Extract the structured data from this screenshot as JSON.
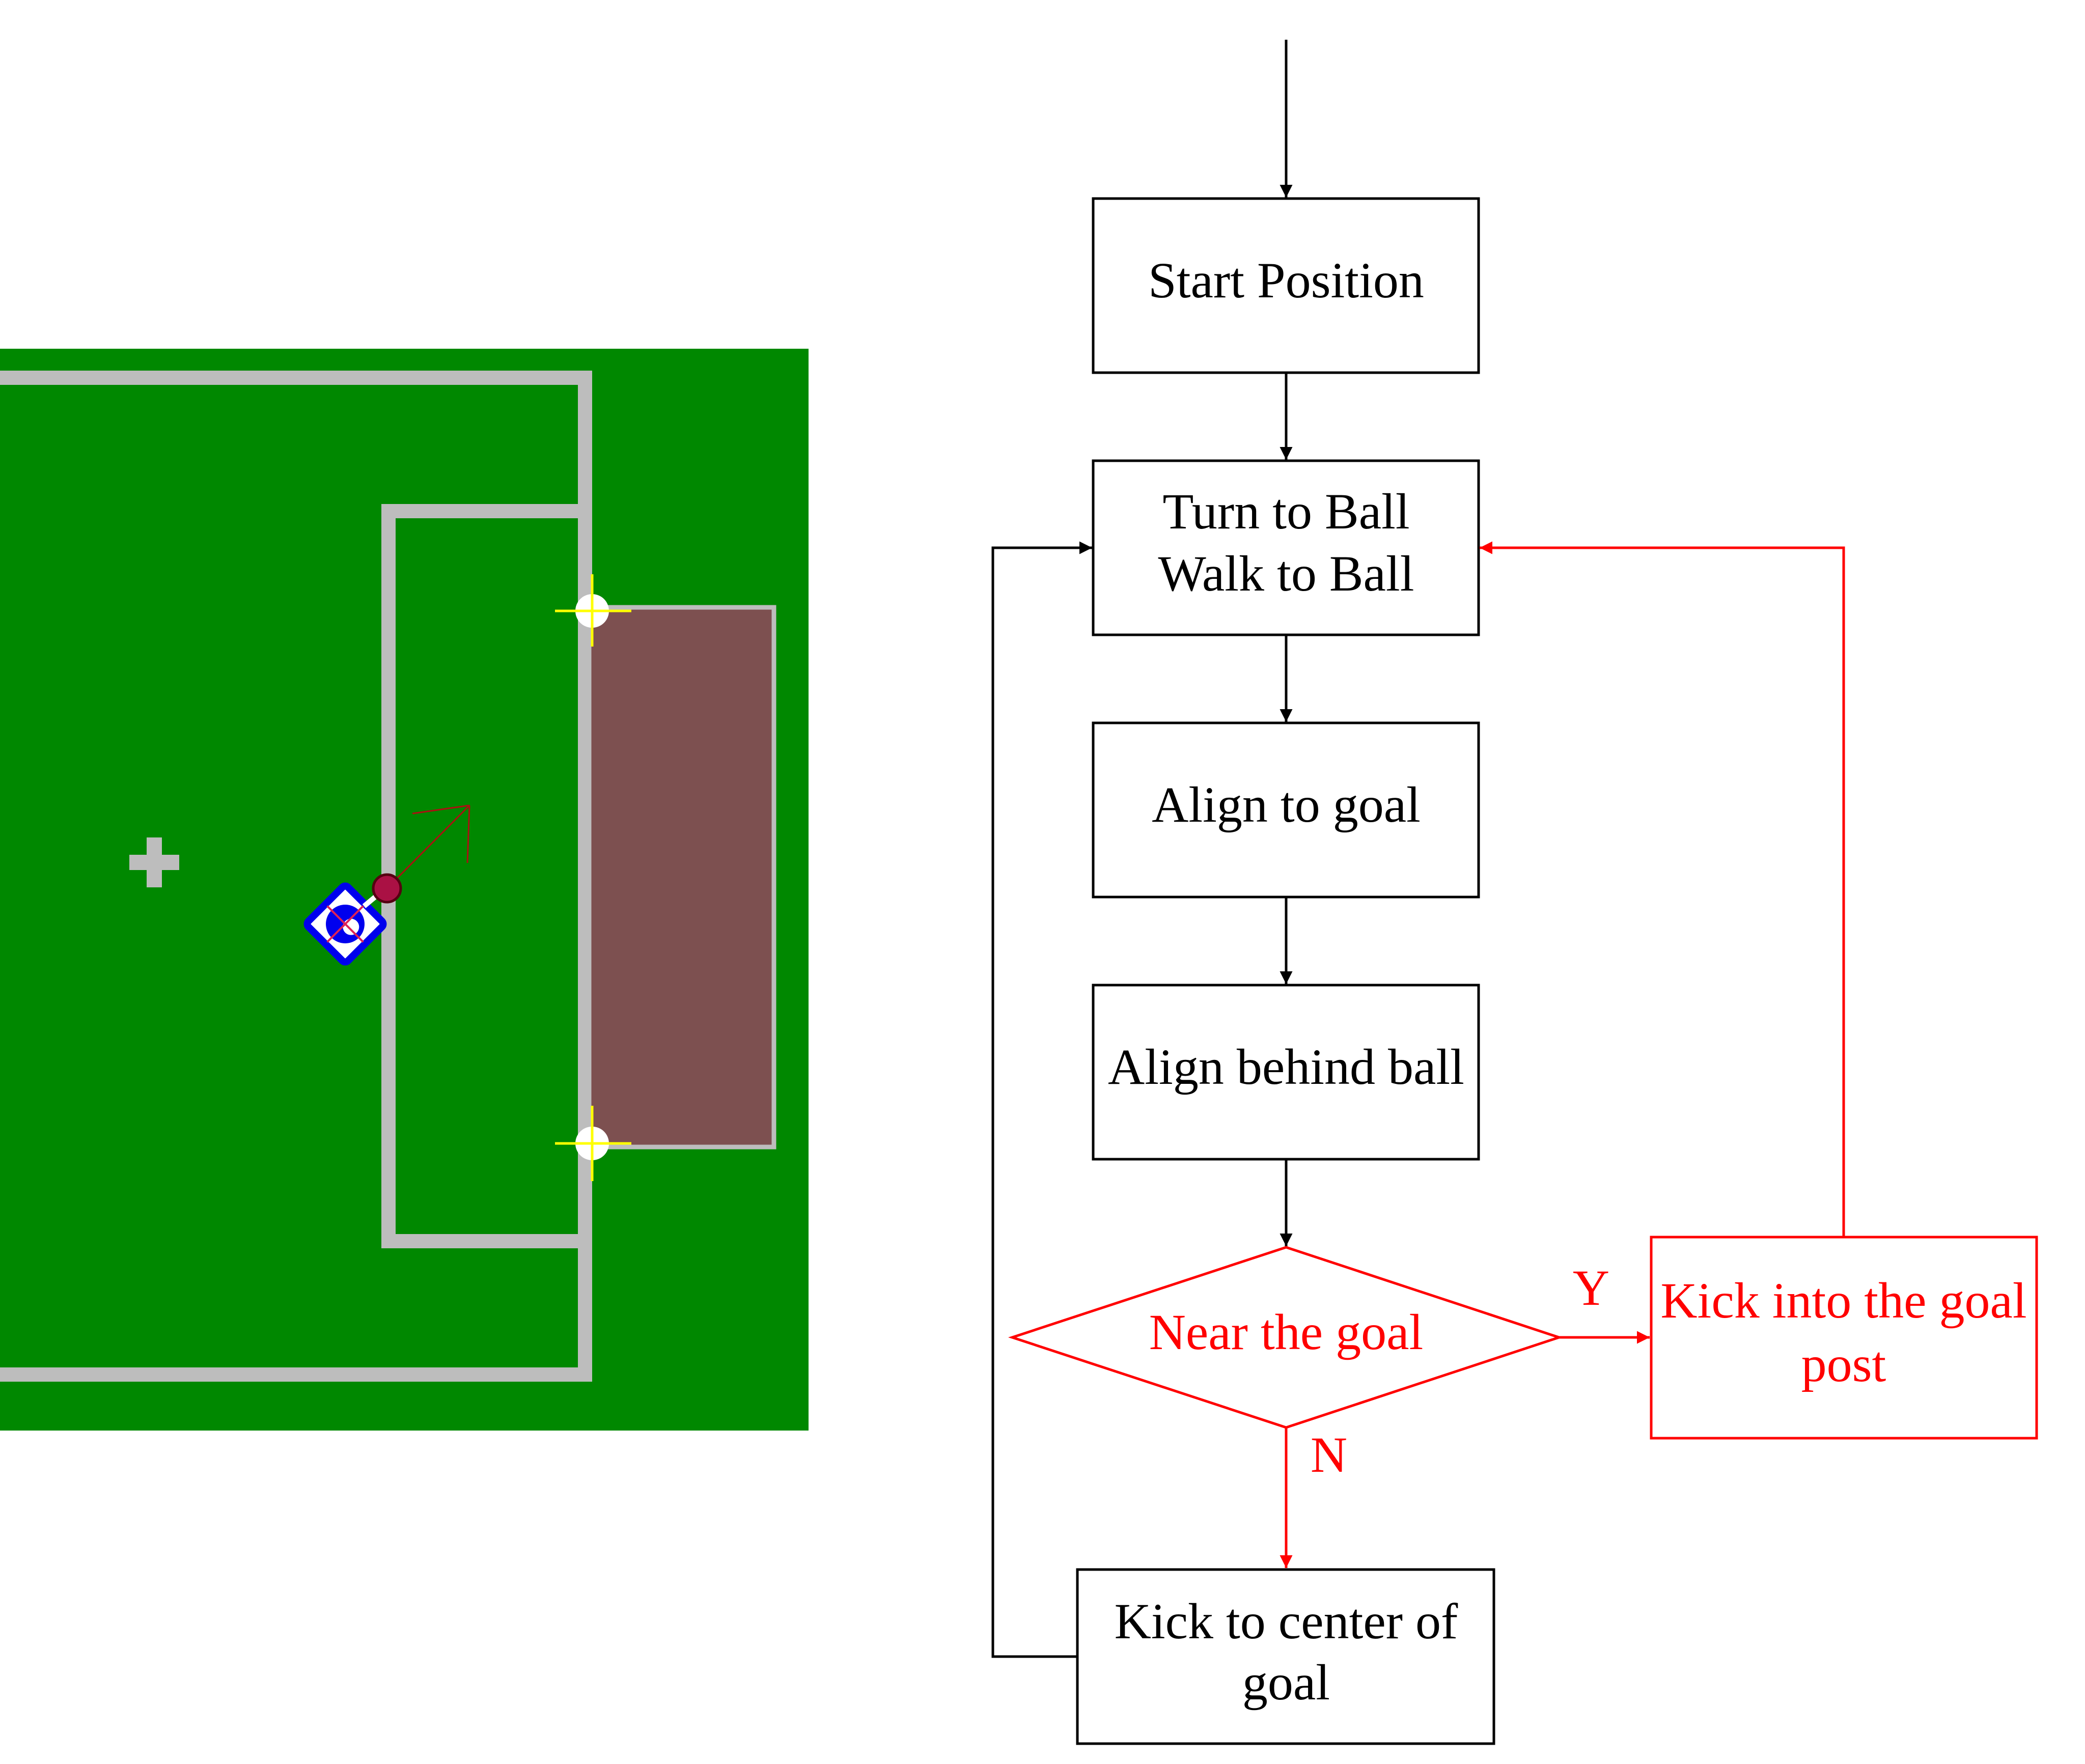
{
  "colors": {
    "field": "#008800",
    "field_lines": "#bdbdbd",
    "goal": "#7d5050",
    "robot": "#0000ee",
    "ball": "#aa1144",
    "flow_black": "#000000",
    "flow_red": "#ff0000"
  },
  "field": {
    "icons": [
      "center-cross-icon",
      "robot-icon",
      "ball-icon",
      "goal-post-marker-icon"
    ]
  },
  "flowchart": {
    "start_position": "Start Position",
    "turn_to_ball": "Turn to Ball",
    "walk_to_ball": "Walk to Ball",
    "align_to_goal": "Align to goal",
    "align_behind_ball": "Align behind ball",
    "decision": "Near the goal",
    "yes_label": "Y",
    "no_label": "N",
    "kick_into_goal_line1": "Kick into the goal",
    "kick_into_goal_line2": "post",
    "kick_center_line1": "Kick to center of",
    "kick_center_line2": "goal"
  }
}
